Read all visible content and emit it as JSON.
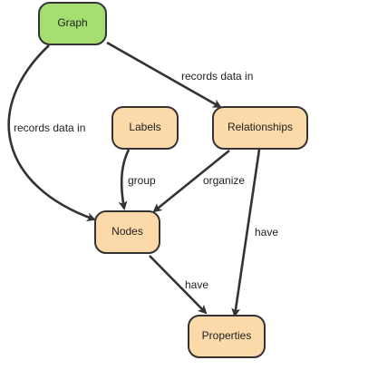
{
  "colors": {
    "root_fill": "#a5df72",
    "node_fill": "#fbd9a8",
    "stroke": "#333333",
    "background": "#ffffff"
  },
  "nodes": {
    "graph": {
      "label": "Graph"
    },
    "labels": {
      "label": "Labels"
    },
    "relationships": {
      "label": "Relationships"
    },
    "nodes": {
      "label": "Nodes"
    },
    "properties": {
      "label": "Properties"
    }
  },
  "edges": {
    "graph_relationships": {
      "label": "records data in"
    },
    "graph_nodes": {
      "label": "records data in"
    },
    "labels_nodes": {
      "label": "group"
    },
    "relationships_nodes": {
      "label": "organize"
    },
    "relationships_properties": {
      "label": "have"
    },
    "nodes_properties": {
      "label": "have"
    }
  }
}
